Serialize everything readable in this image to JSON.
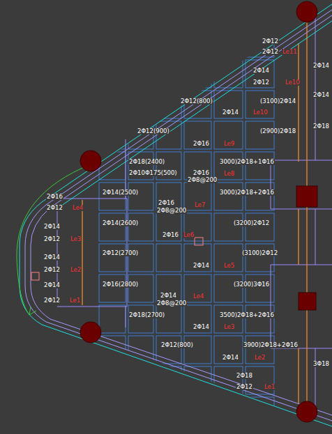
{
  "diagram": {
    "labels": [
      "2Φ12",
      "2Φ12",
      "Le11",
      "2Φ14",
      "2Φ14",
      "2Φ12",
      "Le10",
      "2Φ14",
      "2Φ12(800)",
      "(3100)2Φ14",
      "2Φ14",
      "Le10",
      "2Φ18",
      "(2900)2Φ18",
      "2Φ12(900)",
      "2Φ16",
      "Le9",
      "2Φ18(2400)",
      "3000)2Φ18+1Φ16",
      "2Φ10Φ175(500)",
      "2Φ16",
      "Le8",
      "2Φ8@200",
      "3000)2Φ18+2Φ16",
      "2Φ16",
      "2Φ14(2500)",
      "2Φ12",
      "Le4",
      "2Φ16",
      "2Φ8@200",
      "Le7",
      "2Φ14(2600)",
      "(3200)2Φ12",
      "2Φ14",
      "2Φ12",
      "Le3",
      "2Φ16",
      "Le6",
      "2Φ12(2700)",
      "(3100)2Φ12",
      "2Φ14",
      "2Φ12",
      "Le2",
      "2Φ14",
      "Le5",
      "2Φ16(2800)",
      "(3200)3Φ16",
      "2Φ14",
      "2Φ12",
      "Le1",
      "2Φ14",
      "2Φ8@200",
      "Le4",
      "2Φ18(2700)",
      "3500)2Φ18+2Φ16",
      "2Φ14",
      "Le3",
      "2Φ12(800)",
      "3900)2Φ18+2Φ16",
      "2Φ14",
      "Le2",
      "3Φ18",
      "2Φ18",
      "2Φ12",
      "Le1"
    ]
  }
}
